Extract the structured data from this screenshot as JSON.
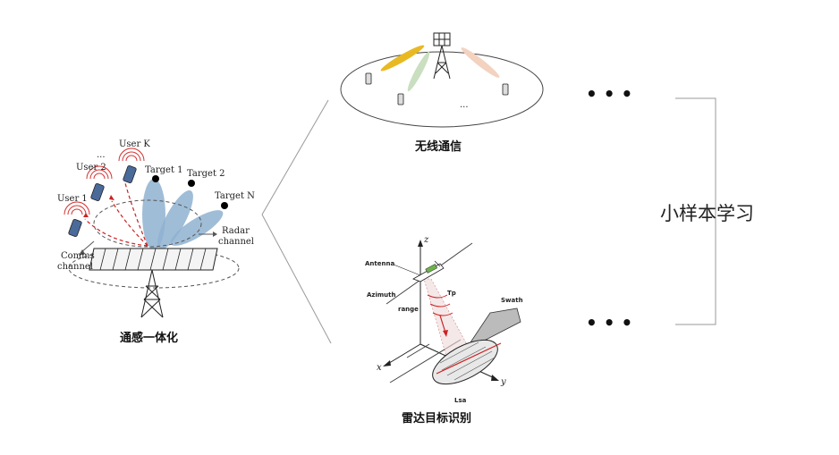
{
  "isac": {
    "caption": "通感一体化",
    "users": [
      "User 1",
      "User 2",
      "User K"
    ],
    "user_dots": "...",
    "targets": [
      "Target 1",
      "Target 2",
      "Target N"
    ],
    "radar_channel": [
      "Radar",
      "channel"
    ],
    "comms_channel": [
      "Comms",
      "channel"
    ]
  },
  "wireless": {
    "caption": "无线通信",
    "dots": "..."
  },
  "radar": {
    "caption": "雷达目标识别",
    "labels": {
      "antenna": "Antenna",
      "azimuth": "Azimuth",
      "range": "range",
      "swath": "Swath",
      "z": "z",
      "x": "x",
      "y": "y",
      "tp": "Tp",
      "lsa": "Lsa"
    }
  },
  "right": {
    "label": "小样本学习",
    "ellipsis_top": "• • •",
    "ellipsis_bottom": "• • •"
  },
  "colors": {
    "lobe": "#8fb1d0",
    "red_dash": "#cc2222",
    "beam_yellow": "#e8b923",
    "beam_green": "#c9dfc0",
    "beam_peach": "#f3d2c0"
  }
}
